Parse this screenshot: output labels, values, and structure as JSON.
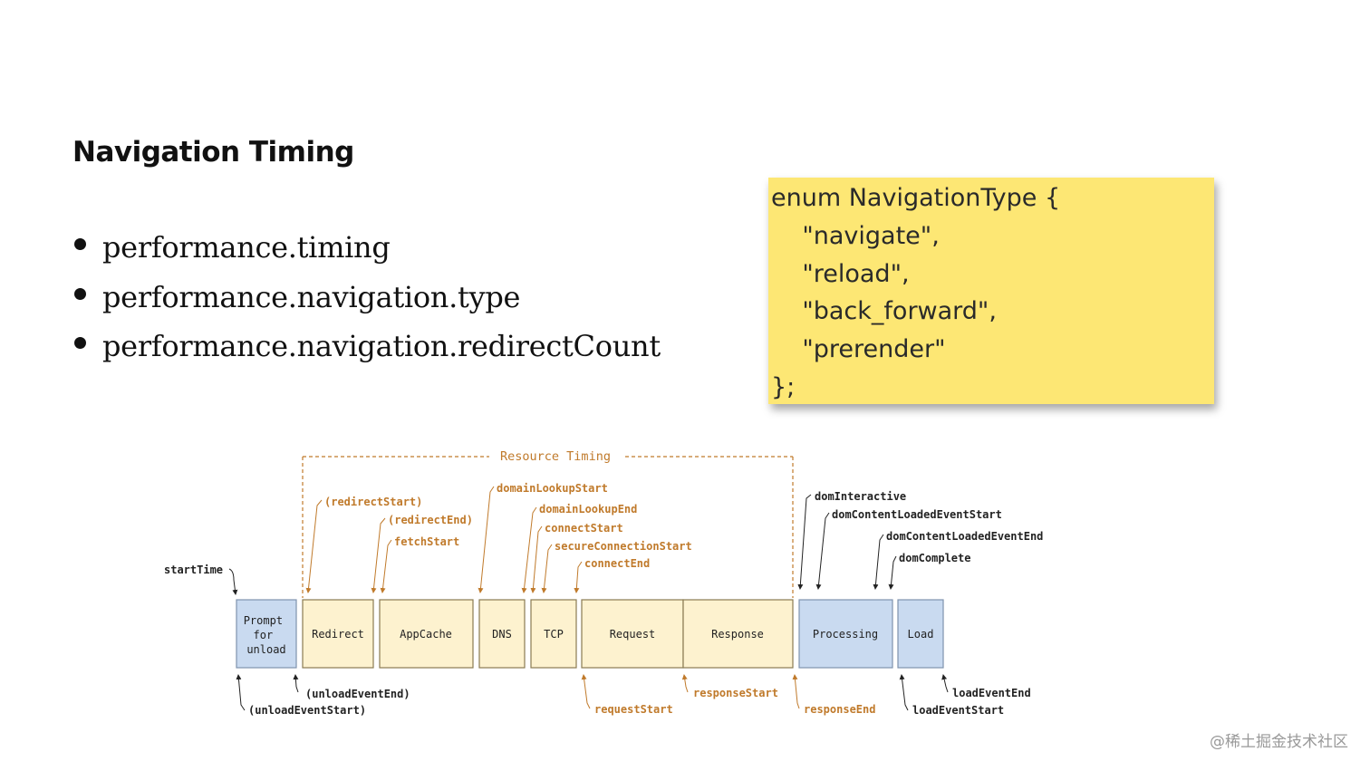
{
  "slide": {
    "title": "Navigation Timing",
    "bullets": [
      "performance.timing",
      "performance.navigation.type",
      "performance.navigation.redirectCount"
    ]
  },
  "note": {
    "code": "enum NavigationType {\n    \"navigate\",\n    \"reload\",\n    \"back_forward\",\n    \"prerender\"\n};"
  },
  "diagram": {
    "resource_timing_label": "Resource Timing",
    "phases": {
      "prompt": "Prompt\nfor\nunload",
      "redirect": "Redirect",
      "appcache": "AppCache",
      "dns": "DNS",
      "tcp": "TCP",
      "request": "Request",
      "response": "Response",
      "processing": "Processing",
      "load": "Load"
    },
    "events": {
      "startTime": "startTime",
      "redirectStart": "(redirectStart)",
      "redirectEnd": "(redirectEnd)",
      "fetchStart": "fetchStart",
      "domainLookupStart": "domainLookupStart",
      "domainLookupEnd": "domainLookupEnd",
      "connectStart": "connectStart",
      "secureConnectionStart": "secureConnectionStart",
      "connectEnd": "connectEnd",
      "domInteractive": "domInteractive",
      "domContentLoadedEventStart": "domContentLoadedEventStart",
      "domContentLoadedEventEnd": "domContentLoadedEventEnd",
      "domComplete": "domComplete",
      "unloadEventEnd": "(unloadEventEnd)",
      "unloadEventStart": "(unloadEventStart)",
      "requestStart": "requestStart",
      "responseStart": "responseStart",
      "responseEnd": "responseEnd",
      "loadEventEnd": "loadEventEnd",
      "loadEventStart": "loadEventStart"
    },
    "colors": {
      "network_fill": "#fdf2cf",
      "browser_fill": "#c9daf0",
      "orange": "#c07a2b",
      "black": "#222222"
    }
  },
  "watermark": "@稀土掘金技术社区"
}
